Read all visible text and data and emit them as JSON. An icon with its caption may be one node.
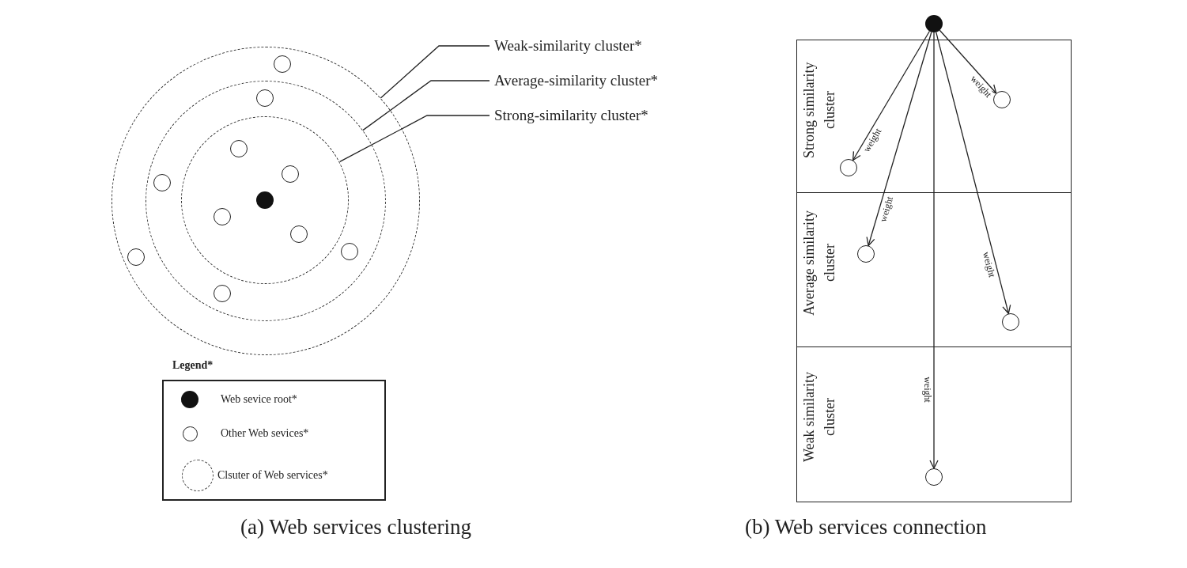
{
  "diagram": {
    "nodes": [
      {
        "text": [],
        "shape": "circle"
      },
      {
        "text": [],
        "shape": "circle",
        "in": 0
      },
      {
        "text": [],
        "shape": "circle",
        "in": 1
      },
      {
        "text": [],
        "shape": "circle",
        "in": 0
      },
      {
        "text": [],
        "shape": "circle",
        "in": 1
      },
      {
        "text": [],
        "shape": "circle",
        "in": 2
      },
      {
        "text": [],
        "shape": "circle",
        "in": 2
      },
      {
        "text": [],
        "shape": "circle",
        "in": 2
      },
      {
        "text": [],
        "shape": "circle",
        "in": 1
      },
      {
        "text": [],
        "shape": "circle",
        "in": 2
      },
      {
        "text": [],
        "shape": "circle",
        "in": 2
      },
      {
        "text": [],
        "shape": "circle",
        "in": 1
      },
      {
        "text": [],
        "shape": "circle",
        "in": 1
      },
      {
        "text": [],
        "shape": "circle",
        "in": 0
      },
      {
        "text": [
          "Weak-similarity cluster*"
        ]
      },
      {
        "text": [
          "Average-similarity cluster*"
        ]
      },
      {
        "text": [
          "Strong-similarity cluster*"
        ]
      },
      {
        "text": [],
        "shape": "circle"
      },
      {
        "text": [
          "Strong similarity cluster"
        ]
      },
      {
        "text": [],
        "shape": "circle",
        "in": 18
      },
      {
        "text": [],
        "shape": "circle",
        "in": 18
      },
      {
        "text": [
          "Average similarity cluster"
        ]
      },
      {
        "text": [],
        "shape": "circle",
        "in": 21
      },
      {
        "text": [],
        "shape": "circle",
        "in": 21
      },
      {
        "text": [
          "Weak similarity cluster"
        ]
      },
      {
        "text": [],
        "shape": "circle",
        "in": 24
      }
    ],
    "edges": [
      {
        "from": 14,
        "to": 0,
        "arrow": "none"
      },
      {
        "from": 15,
        "to": 1,
        "arrow": "none"
      },
      {
        "from": 16,
        "to": 2,
        "arrow": "none"
      },
      {
        "from": 17,
        "to": 19,
        "arrow": "to",
        "label": "weight"
      },
      {
        "from": 17,
        "to": 20,
        "arrow": "to",
        "label": "weight"
      },
      {
        "from": 17,
        "to": 22,
        "arrow": "to",
        "label": "weight"
      },
      {
        "from": 17,
        "to": 23,
        "arrow": "to",
        "label": "weight"
      },
      {
        "from": 17,
        "to": 25,
        "arrow": "to",
        "label": "weight"
      }
    ],
    "labels": [
      "Legend*",
      "(a) Web services clustering",
      "(b) Web services connection"
    ],
    "legend": [
      {
        "text": "Web sevice root*"
      },
      {
        "text": "Other Web sevices*"
      },
      {
        "text": "Clsuter of Web services*"
      }
    ]
  }
}
